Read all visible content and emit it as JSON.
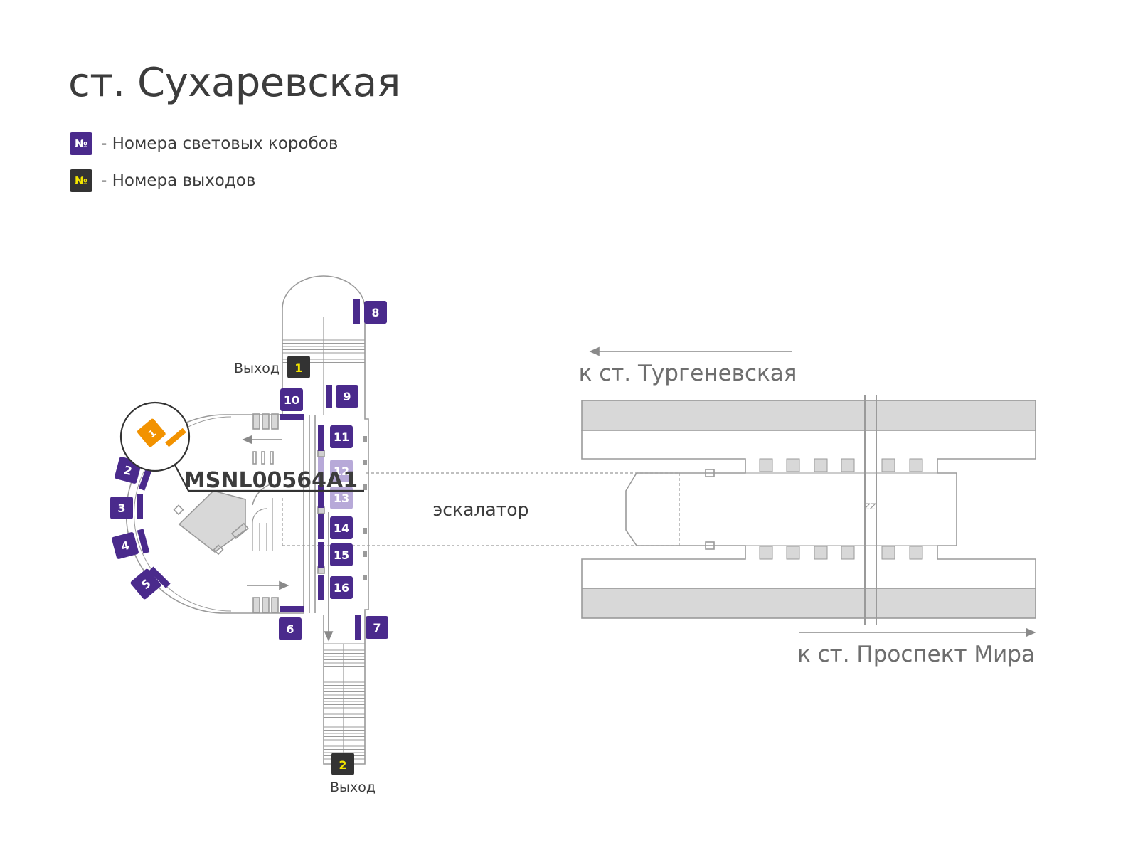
{
  "page": {
    "title": "ст. Сухаревская"
  },
  "legend": [
    {
      "symbol": "№",
      "text": "- Номера световых коробов",
      "kind": "lightbox",
      "color": "#4a2a8c"
    },
    {
      "symbol": "№",
      "text": "- Номера выходов",
      "kind": "exit",
      "color": "#333333",
      "text_color": "#f3e600"
    }
  ],
  "colors": {
    "lightbox": "#4a2a8c",
    "lightbox_faded": "#b7a9d8",
    "exit": "#333333",
    "exit_text": "#f3e600",
    "highlight": "#f29200",
    "line": "#9a9a9a",
    "fill_gray": "#d8d8d8",
    "text_gray": "#6e6e6e"
  },
  "map": {
    "exit_label": "Выход",
    "exits": [
      "1",
      "2"
    ],
    "lightboxes": [
      "2",
      "3",
      "4",
      "5",
      "6",
      "7",
      "8",
      "9",
      "10",
      "11",
      "12",
      "13",
      "14",
      "15",
      "16"
    ],
    "faded_lightboxes": [
      "12",
      "13"
    ],
    "highlight": {
      "number": "1",
      "code": "MSNL00564A1"
    },
    "escalator_label": "эскалатор",
    "direction_left": "к ст. Тургеневская",
    "direction_right": "к ст. Проспект Мира",
    "zz_mark": "zz"
  }
}
